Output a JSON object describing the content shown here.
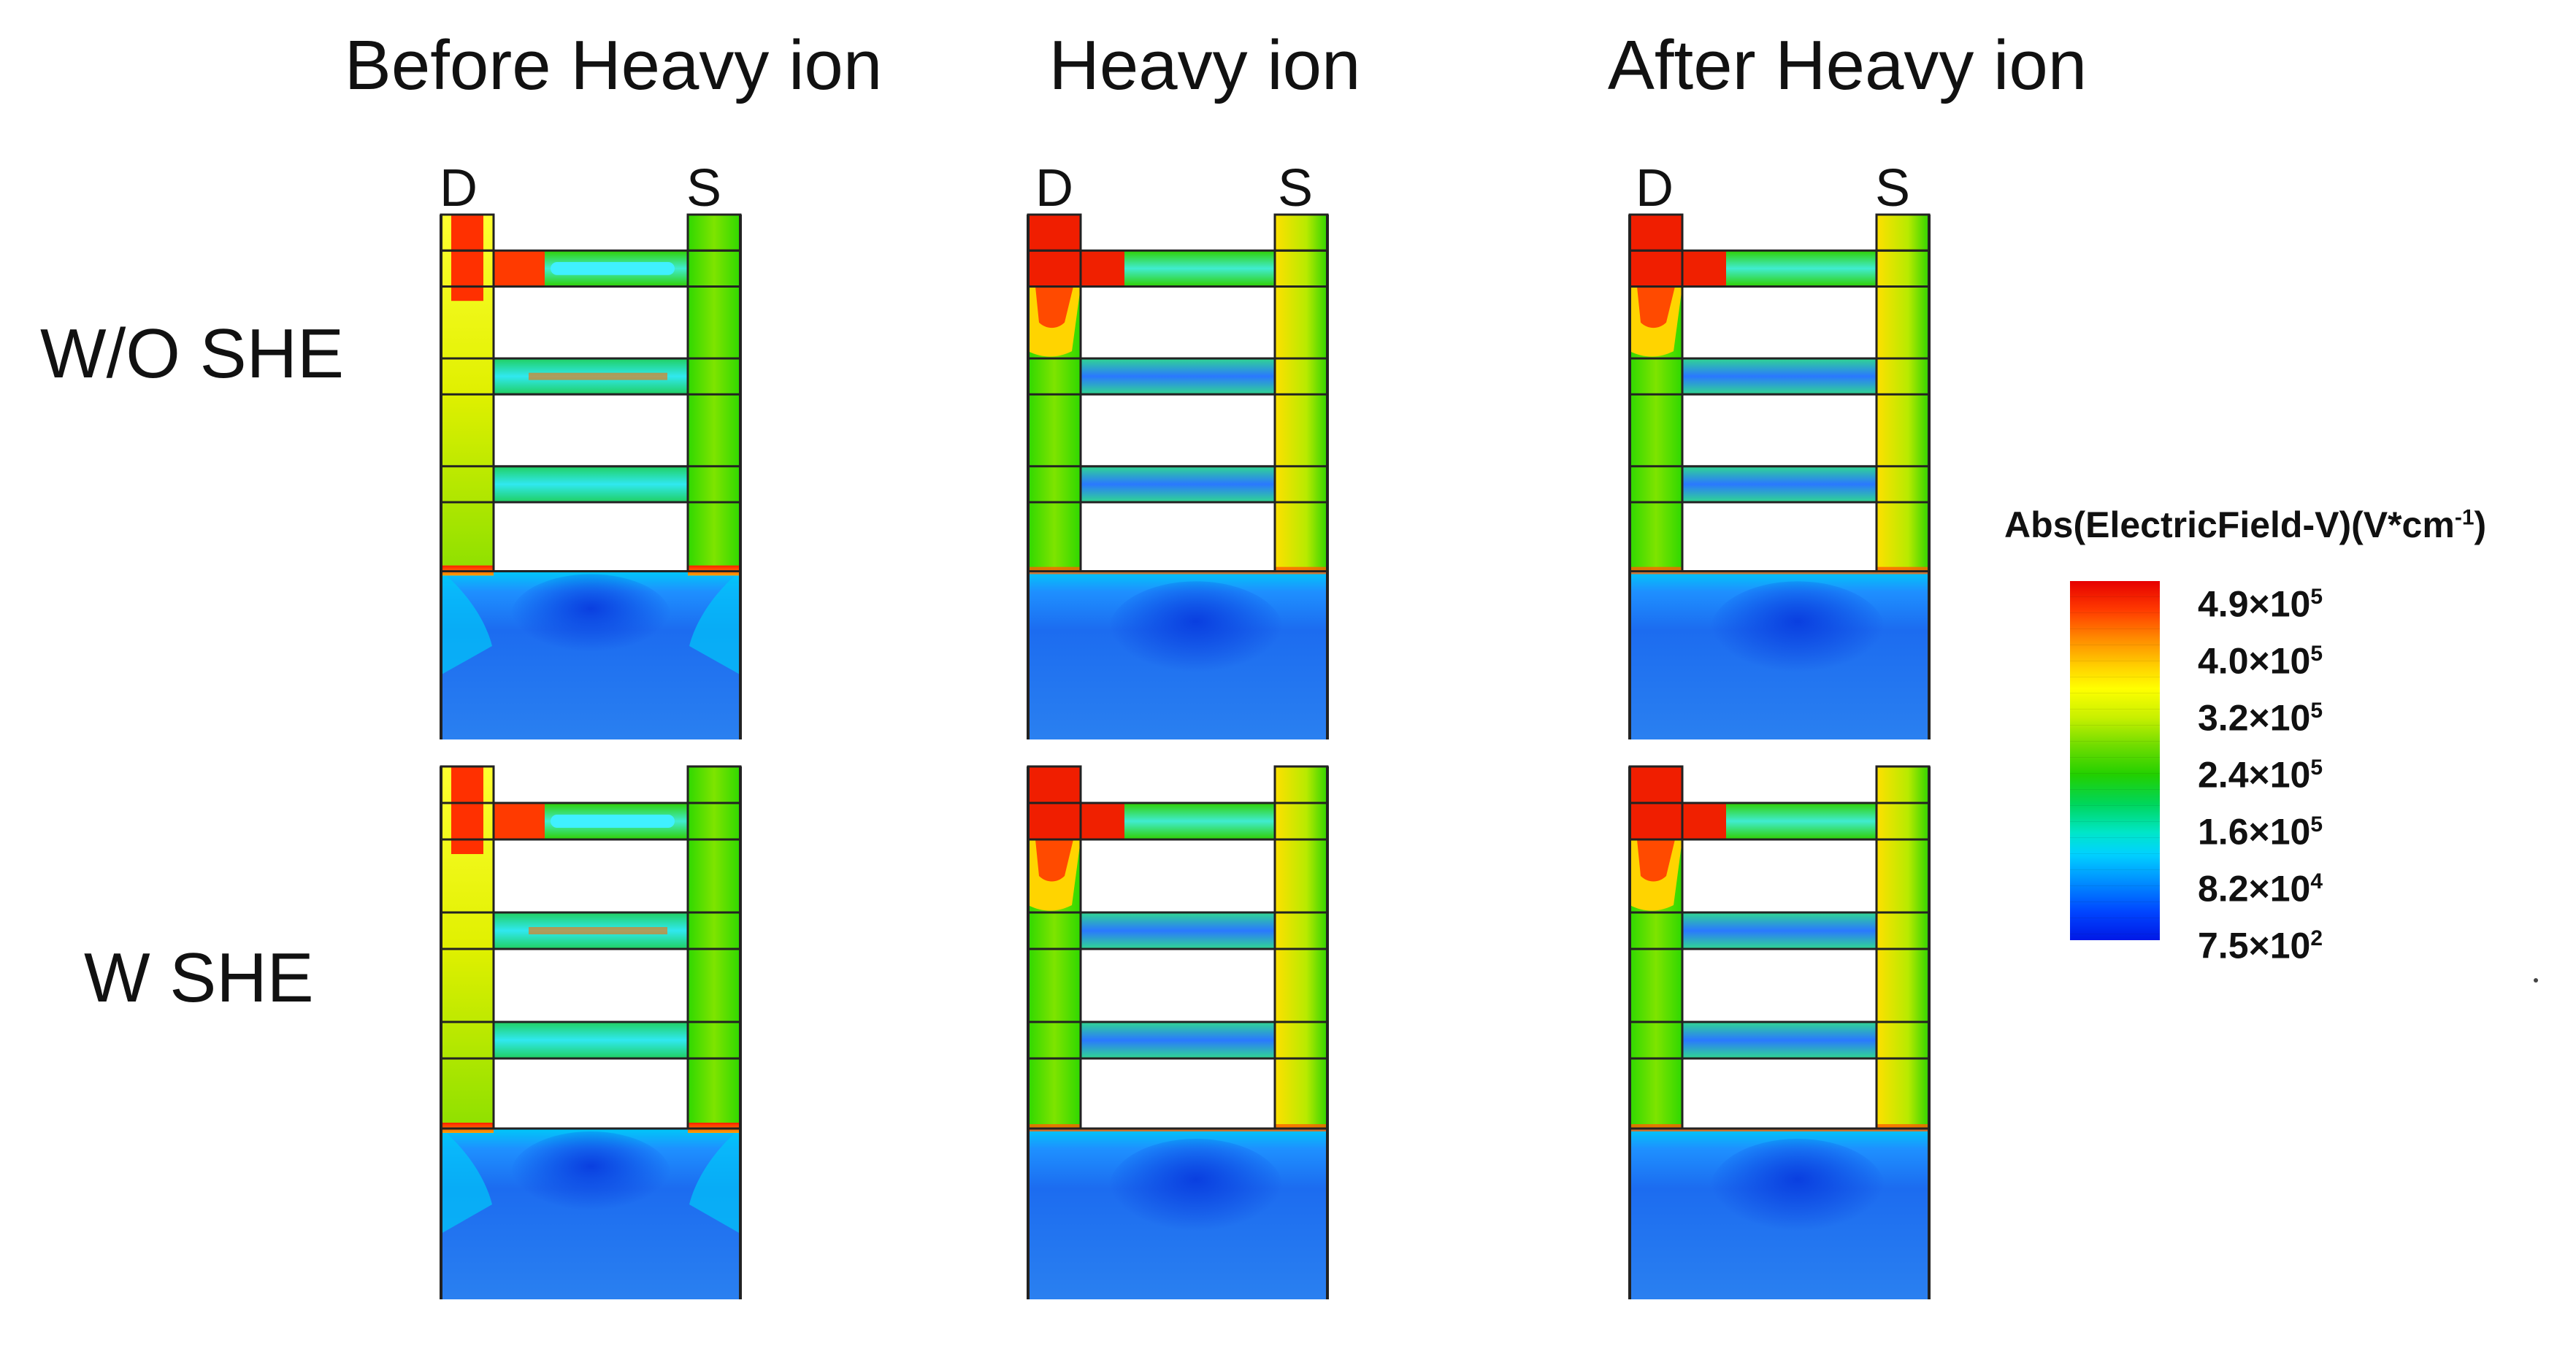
{
  "columns": [
    {
      "title": "Before Heavy ion",
      "terminals": {
        "drain": "D",
        "source": "S"
      }
    },
    {
      "title": "Heavy ion",
      "terminals": {
        "drain": "D",
        "source": "S"
      }
    },
    {
      "title": "After Heavy ion",
      "terminals": {
        "drain": "D",
        "source": "S"
      }
    }
  ],
  "rows": [
    {
      "label": "W/O SHE"
    },
    {
      "label": "W SHE"
    }
  ],
  "legend": {
    "title": "Abs(ElectricField-V)(V*cm",
    "title_exp": "-1",
    "title_end": ")",
    "ticks": [
      {
        "mantissa": "4.9×10",
        "exp": "5"
      },
      {
        "mantissa": "4.0×10",
        "exp": "5"
      },
      {
        "mantissa": "3.2×10",
        "exp": "5"
      },
      {
        "mantissa": "2.4×10",
        "exp": "5"
      },
      {
        "mantissa": "1.6×10",
        "exp": "5"
      },
      {
        "mantissa": "8.2×10",
        "exp": "4"
      },
      {
        "mantissa": "7.5×10",
        "exp": "2"
      }
    ],
    "colors": {
      "high": "#e60000",
      "mid": "#22d000",
      "low": "#0018e6"
    }
  }
}
